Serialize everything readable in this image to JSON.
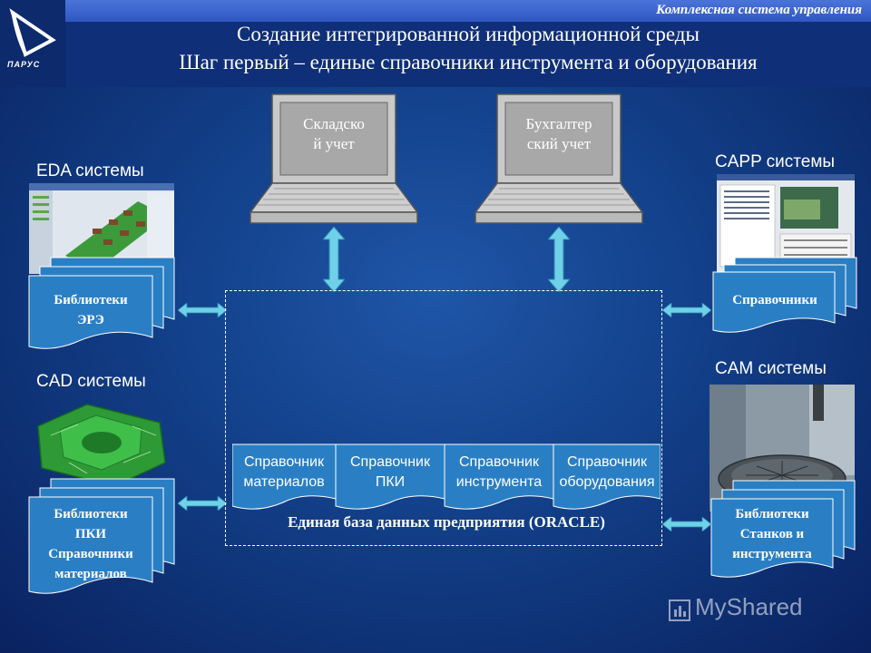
{
  "header": {
    "brand": "Комплексная система управления",
    "title_line1": "Создание интегрированной информационной среды",
    "title_line2": "Шаг первый – единые справочники инструмента и оборудования",
    "logo_text": "ПАРУС"
  },
  "laptops": [
    {
      "line1": "Складско",
      "line2": "й учет"
    },
    {
      "line1": "Бухгалтер",
      "line2": "ский учет"
    }
  ],
  "systems": {
    "eda": "EDA системы",
    "cad": "CAD системы",
    "capp": "CAPP системы",
    "cam": "CAM системы"
  },
  "libraries": {
    "ere": {
      "line1": "Библиотеки",
      "line2": "ЭРЭ"
    },
    "pki": {
      "line1": "Библиотеки",
      "line2": "ПКИ",
      "line3": "Справочники",
      "line4": "материалов"
    },
    "capp_ref": {
      "line1": "Справочники"
    },
    "machines": {
      "line1": "Библиотеки",
      "line2": "Станков и",
      "line3": "инструмента"
    }
  },
  "tabs": [
    {
      "line1": "Справочник",
      "line2": "материалов"
    },
    {
      "line1": "Справочник",
      "line2": "ПКИ"
    },
    {
      "line1": "Справочник",
      "line2": "инструмента"
    },
    {
      "line1": "Справочник",
      "line2": "оборудования"
    }
  ],
  "database": {
    "label": "Единая база данных предприятия (ORACLE)"
  },
  "watermark": "MyShared",
  "colors": {
    "background": "#123f88",
    "header_strip": "#3a62cc",
    "document": "#2a7fc4",
    "arrow": "#6fd0e8"
  }
}
